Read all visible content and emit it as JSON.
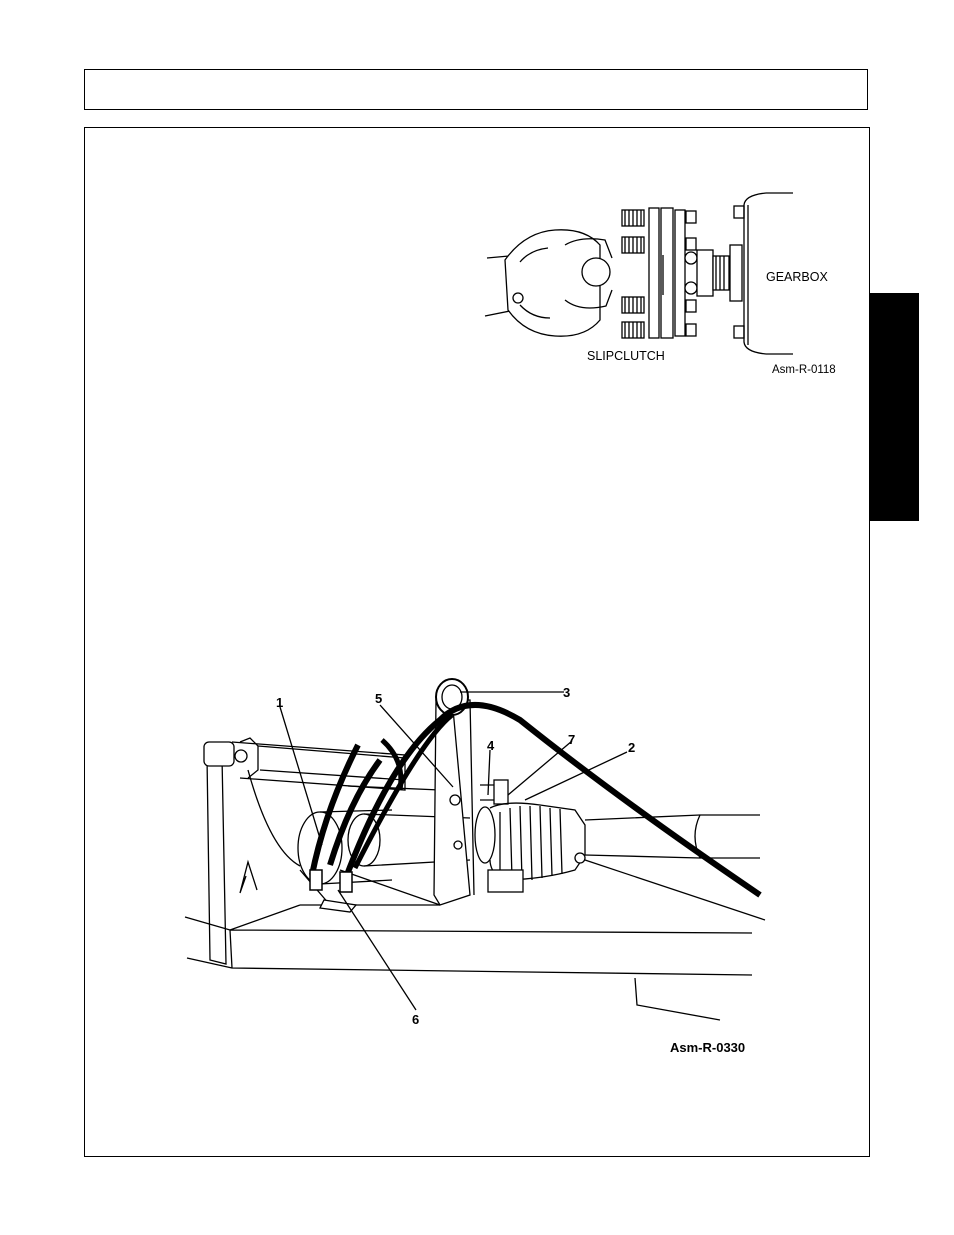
{
  "figure1": {
    "label_slipclutch": "SLIPCLUTCH",
    "label_gearbox": "GEARBOX",
    "asm_id": "Asm-R-0118"
  },
  "figure2": {
    "callouts": [
      "1",
      "2",
      "3",
      "4",
      "5",
      "6",
      "7"
    ],
    "asm_id": "Asm-R-0330"
  }
}
